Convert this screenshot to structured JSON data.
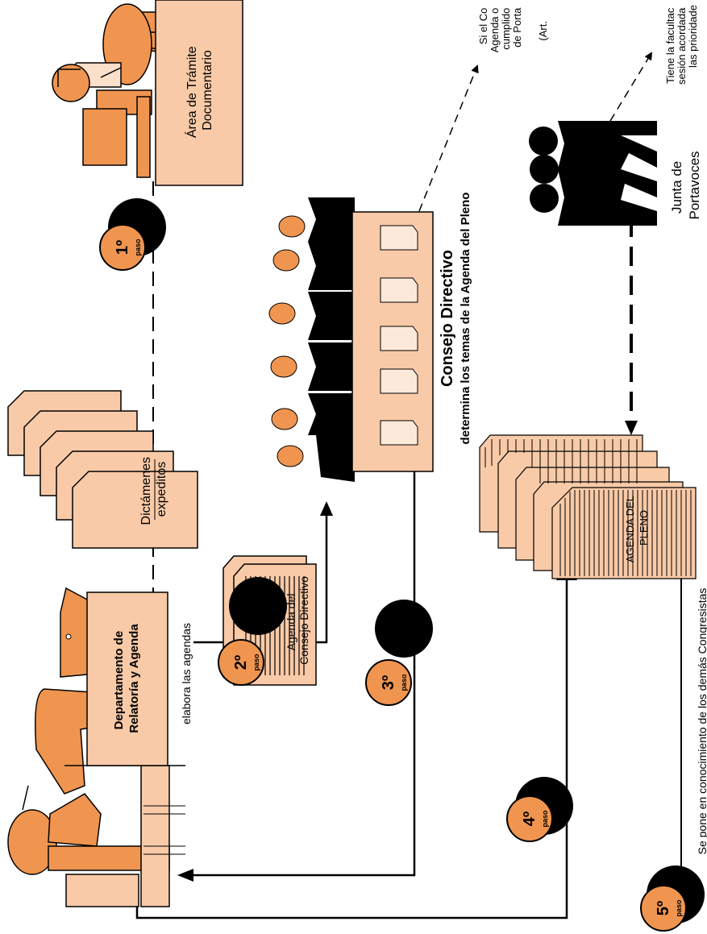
{
  "actors": {
    "tramite": {
      "line1": "Área de Trámite",
      "line2": "Documentario"
    },
    "departamento": {
      "line1": "Departamento de",
      "line2": "Relatoría y Agenda"
    },
    "junta": {
      "line1": "Junta de",
      "line2": "Portavoces"
    }
  },
  "documents": {
    "dictamenes": {
      "line1": "Dictámenes",
      "line2": "expeditos"
    },
    "agenda_consejo": {
      "line1": "Agenda del",
      "line2": "Consejo Directivo"
    },
    "agenda_pleno": {
      "line1": "AGENDA DEL",
      "line2": "PLENO"
    }
  },
  "consejo": {
    "title": "Consejo Directivo",
    "subtitle": "determina los temas de la Agenda del Pleno"
  },
  "labels": {
    "elabora": "elabora las agendas",
    "conocimiento": "Se pone en conocimiento de los demás Congresistas"
  },
  "notes": {
    "consejo": [
      "Si el Co",
      "Agenda o",
      "cumplido",
      "de Porta",
      "(Art."
    ],
    "junta": [
      "Tiene la facultac",
      "sesión acordada",
      "las prioridade"
    ]
  },
  "steps": [
    {
      "number": "1º",
      "sub": "paso"
    },
    {
      "number": "2º",
      "sub": "paso"
    },
    {
      "number": "3º",
      "sub": "paso"
    },
    {
      "number": "4º",
      "sub": "paso"
    },
    {
      "number": "5º",
      "sub": "paso"
    }
  ],
  "colors": {
    "orange": "#f0954f",
    "peach": "#f9caa7",
    "black": "#000000"
  }
}
